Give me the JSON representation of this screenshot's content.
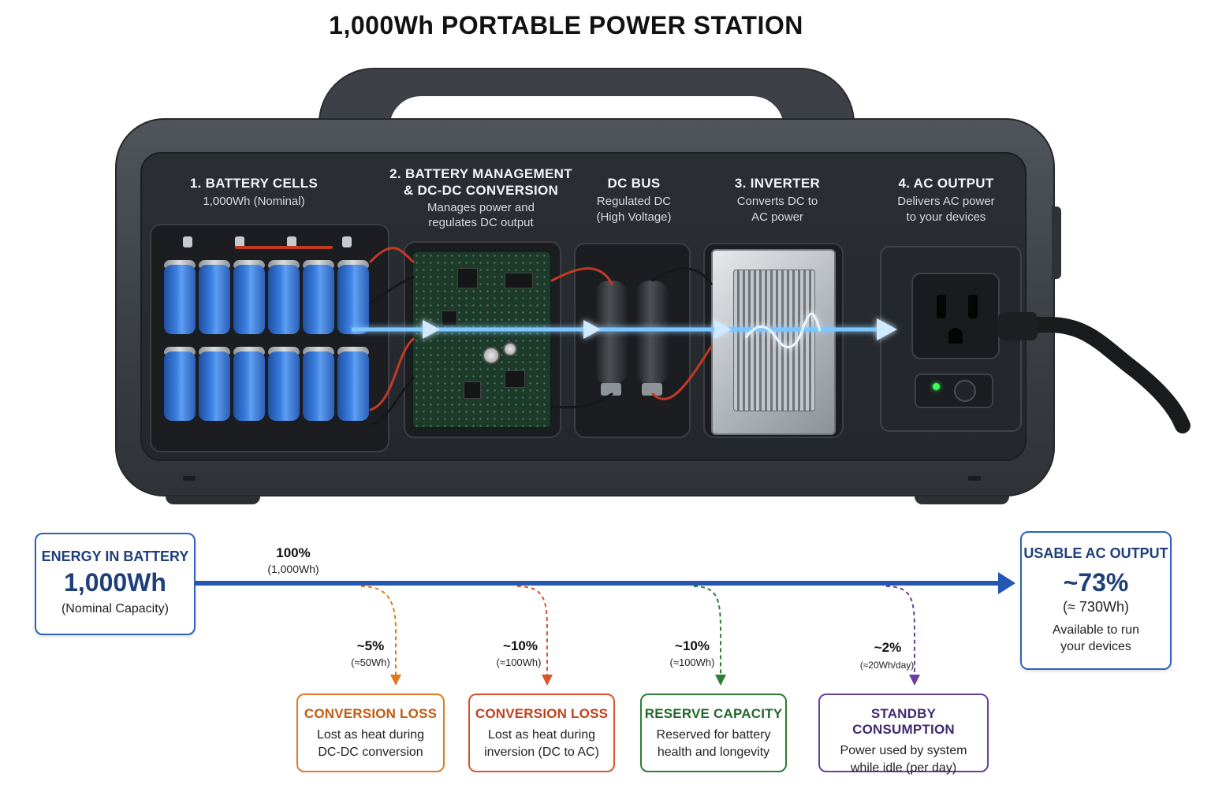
{
  "title": "1,000Wh PORTABLE POWER STATION",
  "stages": [
    {
      "heading": "1. BATTERY CELLS",
      "sub": [
        "1,000Wh (Nominal)"
      ]
    },
    {
      "heading": "2. BATTERY MANAGEMENT",
      "heading2": "& DC-DC CONVERSION",
      "sub": [
        "Manages power and",
        "regulates DC output"
      ]
    },
    {
      "heading": "DC BUS",
      "sub": [
        "Regulated DC",
        "(High Voltage)"
      ]
    },
    {
      "heading": "3. INVERTER",
      "sub": [
        "Converts DC to",
        "AC power"
      ]
    },
    {
      "heading": "4. AC OUTPUT",
      "sub": [
        "Delivers AC power",
        "to your devices"
      ]
    }
  ],
  "energy_in": {
    "heading": "ENERGY IN BATTERY",
    "value": "1,000Wh",
    "note": "(Nominal Capacity)"
  },
  "flow_start": {
    "pct": "100%",
    "wh": "(1,000Wh)"
  },
  "usable": {
    "heading": "USABLE AC OUTPUT",
    "value": "~73%",
    "wh": "(≈ 730Wh)",
    "note1": "Available to run",
    "note2": "your devices"
  },
  "losses": [
    {
      "pct": "~5%",
      "wh": "(≈50Wh)",
      "title": "CONVERSION LOSS",
      "line1": "Lost as heat during",
      "line2": "DC-DC conversion",
      "color": "#e07a1f",
      "title_color": "#c35a10"
    },
    {
      "pct": "~10%",
      "wh": "(≈100Wh)",
      "title": "CONVERSION LOSS",
      "line1": "Lost as heat during",
      "line2": "inversion (DC to AC)",
      "color": "#d9532b",
      "title_color": "#c2401c"
    },
    {
      "pct": "~10%",
      "wh": "(≈100Wh)",
      "title": "RESERVE CAPACITY",
      "line1": "Reserved for battery",
      "line2": "health and longevity",
      "color": "#2e7d32",
      "title_color": "#23672a"
    },
    {
      "pct": "~2%",
      "wh": "(≈20Wh/day)",
      "title": "STANDBY CONSUMPTION",
      "line1": "Power used by system",
      "line2": "while idle (per day)",
      "color": "#6a3fa0",
      "title_color": "#3f2a73"
    }
  ],
  "colors": {
    "flow": "#2556b0",
    "glow": "#5fb4ff"
  }
}
